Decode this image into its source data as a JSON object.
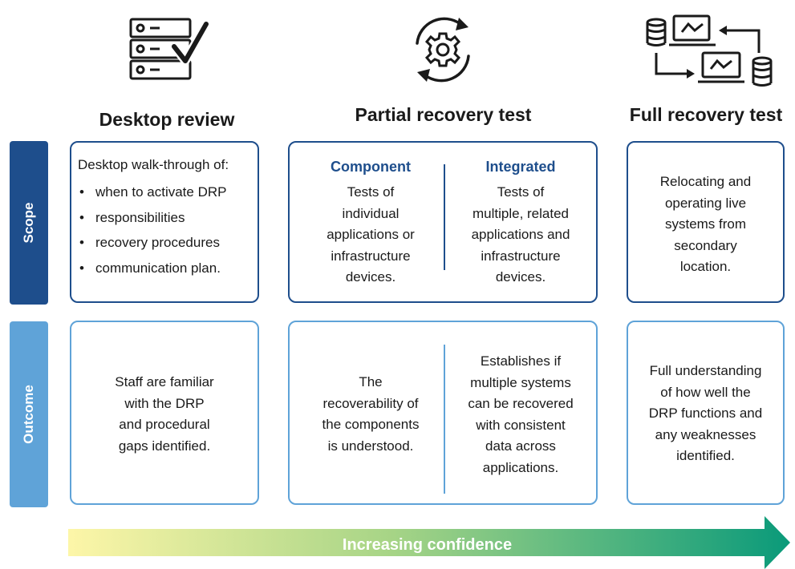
{
  "columns": {
    "desktop": {
      "title": "Desktop review"
    },
    "partial": {
      "title": "Partial recovery test"
    },
    "full": {
      "title": "Full recovery test"
    }
  },
  "rows": {
    "scope": "Scope",
    "outcome": "Outcome"
  },
  "scope": {
    "desktop": {
      "intro": "Desktop walk-through of:",
      "items": [
        "when to activate DRP",
        "responsibilities",
        "recovery procedures",
        "communication plan."
      ]
    },
    "partial": {
      "component": {
        "heading": "Component",
        "text": [
          "Tests of",
          "individual",
          "applications or",
          "infrastructure",
          "devices."
        ]
      },
      "integrated": {
        "heading": "Integrated",
        "text": [
          "Tests of",
          "multiple, related",
          "applications and",
          "infrastructure",
          "devices."
        ]
      }
    },
    "full": {
      "text": [
        "Relocating and",
        "operating live",
        "systems from",
        "secondary",
        "location."
      ]
    }
  },
  "outcome": {
    "desktop": {
      "text": [
        "Staff are familiar",
        "with the DRP",
        "and procedural",
        "gaps identified."
      ]
    },
    "partial_component": {
      "text": [
        "The",
        "recoverability of",
        "the components",
        "is understood."
      ]
    },
    "partial_integrated": {
      "text": [
        "Establishes if",
        "multiple systems",
        "can be recovered",
        "with consistent",
        "data across",
        "applications."
      ]
    },
    "full": {
      "text": [
        "Full understanding",
        "of how well the",
        "DRP functions and",
        "any weaknesses",
        "identified."
      ]
    }
  },
  "arrow": {
    "label": "Increasing confidence",
    "colors": {
      "start": "#fdf6a8",
      "end": "#0a9a7a"
    }
  },
  "icons": {
    "desktop": "checklist-server-icon",
    "partial": "gear-cycle-icon",
    "full": "data-transfer-icon"
  },
  "colors": {
    "scope_label": "#1e4e8c",
    "outcome_label": "#5fa3d8",
    "heading_blue": "#1e4e8c",
    "icon_stroke": "#1a1a1a"
  }
}
